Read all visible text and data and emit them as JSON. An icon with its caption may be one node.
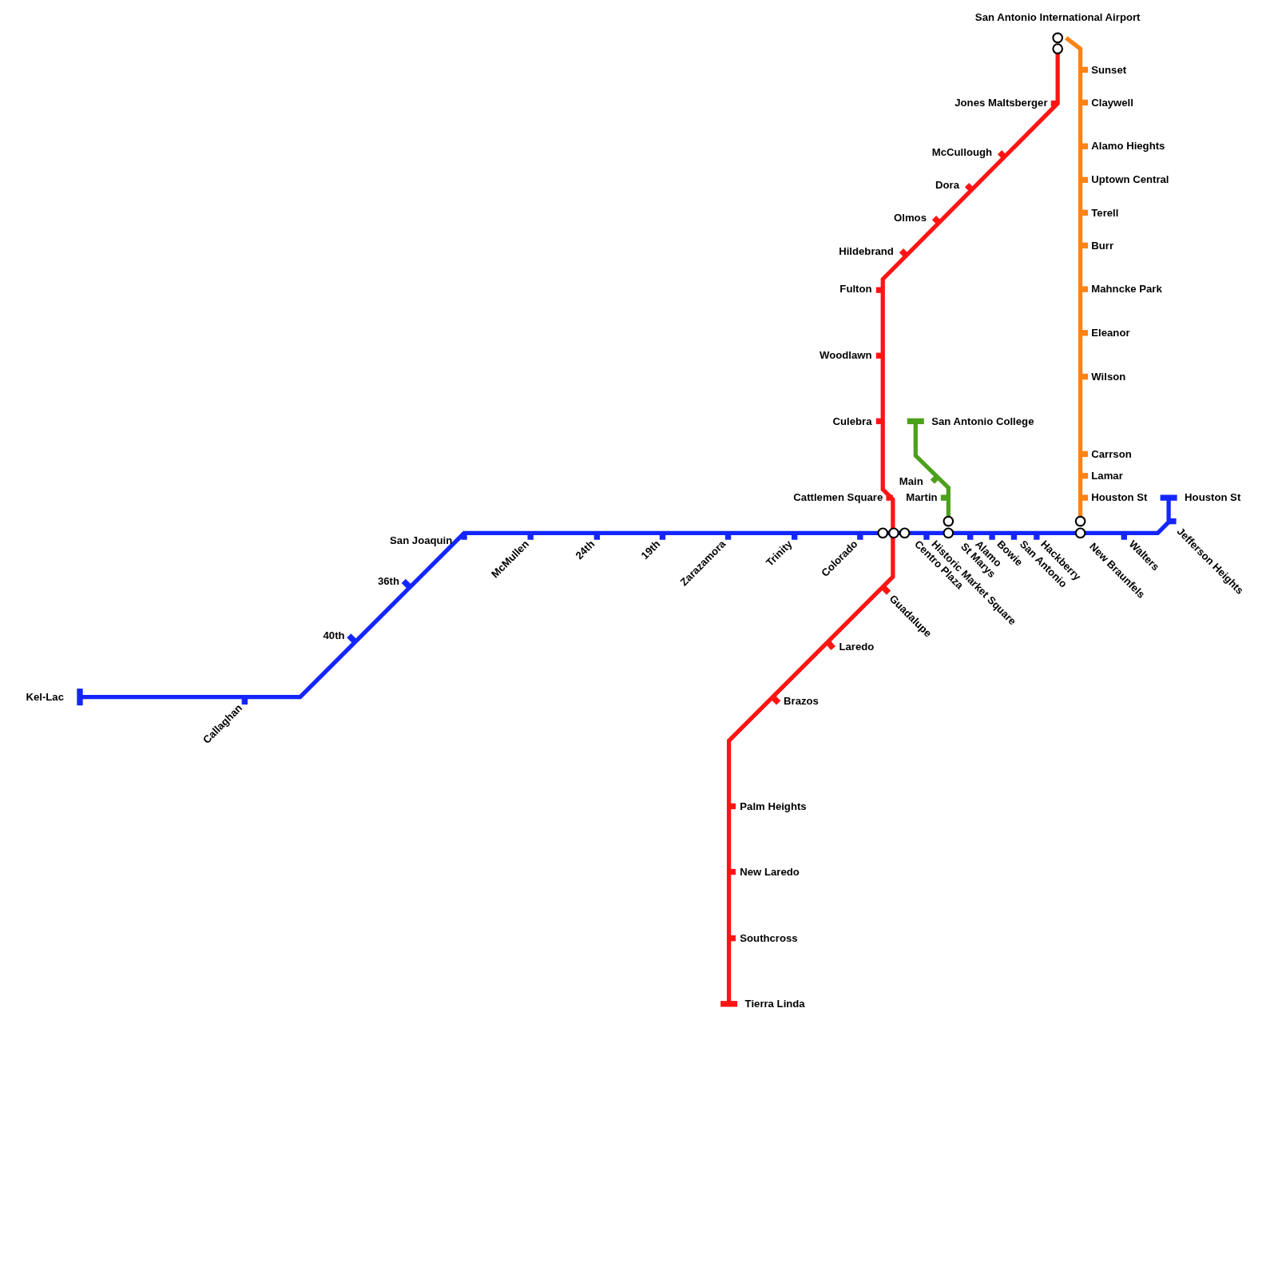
{
  "diagram": {
    "labels": [
      "San Antonio International Airport",
      "Sunset",
      "Jones Maltsberger",
      "Claywell",
      "Alamo Hieghts",
      "McCullough",
      "Uptown Central",
      "Dora",
      "Terell",
      "Olmos",
      "Burr",
      "Hildebrand",
      "Fulton",
      "Mahncke Park",
      "Eleanor",
      "Woodlawn",
      "Wilson",
      "Culebra",
      "San Antonio College",
      "Carrson",
      "Lamar",
      "Main",
      "Cattlemen Square",
      "Martin",
      "Houston St",
      "Houston St",
      "San Joaquin",
      "McMullen",
      "24th",
      "19th",
      "Zarazamora",
      "Trinity",
      "Colorado",
      "Centro Plaza",
      "Historic Market Square",
      "St Marys",
      "Alamo",
      "Bowie",
      "San Antonio",
      "Hackberry",
      "New Braunfels",
      "Walters",
      "Jefferson Heights",
      "36th",
      "Guadalupe",
      "40th",
      "Laredo",
      "Kel-Lac",
      "Brazos",
      "Callaghan",
      "Palm Heights",
      "New Laredo",
      "Southcross",
      "Tierra Linda"
    ]
  }
}
